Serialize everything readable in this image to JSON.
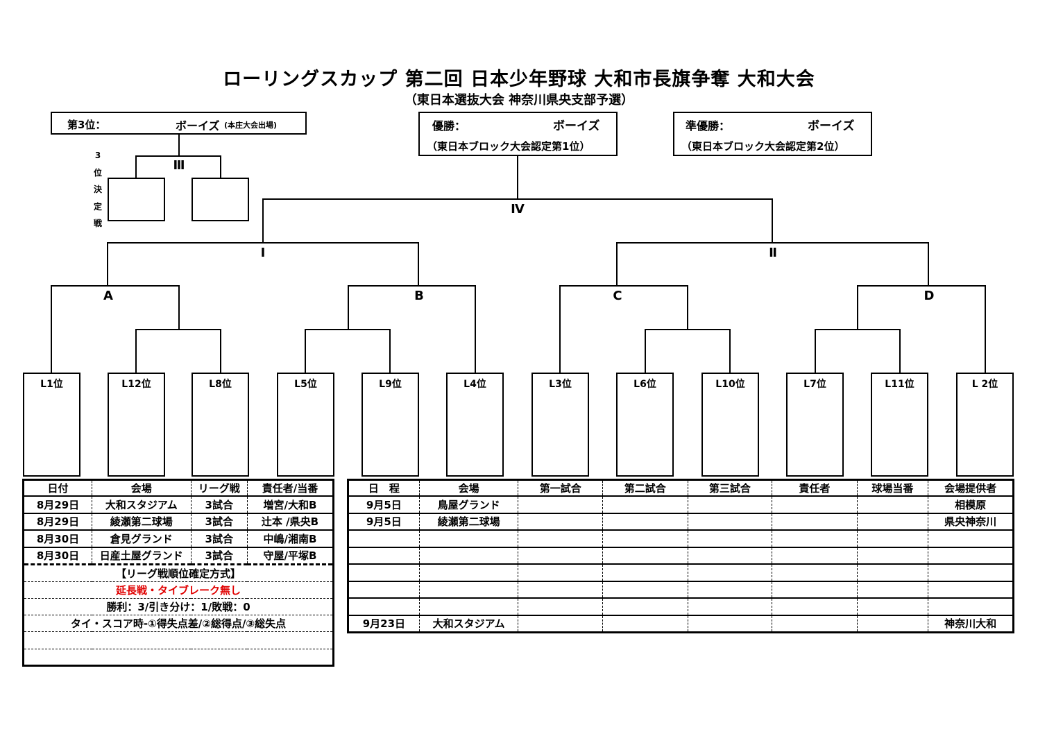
{
  "title": "ローリングスカップ 第二回 日本少年野球 大和市長旗争奪 大和大会",
  "subtitle": "（東日本選抜大会 神奈川県央支部予選）",
  "third_box": {
    "label": "第3位：",
    "team": "ボーイズ",
    "note": "(本庄大会出場)"
  },
  "champion_box": {
    "label": "優勝：",
    "team": "ボーイズ",
    "note": "（東日本ブロック大会認定第1位）"
  },
  "runnerup_box": {
    "label": "準優勝：",
    "team": "ボーイズ",
    "note": "（東日本ブロック大会認定第2位）"
  },
  "third_place_vertical": [
    "3",
    "位",
    "決",
    "定",
    "戦"
  ],
  "rounds": {
    "third": "Ⅲ",
    "final": "Ⅳ",
    "semi1": "Ⅰ",
    "semi2": "Ⅱ",
    "A": "A",
    "B": "B",
    "C": "C",
    "D": "D"
  },
  "teams": [
    "L1位",
    "L12位",
    "L8位",
    "L5位",
    "L9位",
    "L4位",
    "L3位",
    "L6位",
    "L10位",
    "L7位",
    "L11位",
    "L 2位"
  ],
  "league_table": {
    "headers": [
      "日付",
      "会場",
      "リーグ戦",
      "責任者/当番"
    ],
    "rows": [
      [
        "8月29日",
        "大和スタジアム",
        "3試合",
        "増宮/大和B"
      ],
      [
        "8月29日",
        "綾瀬第二球場",
        "3試合",
        "辻本 /県央B"
      ],
      [
        "8月30日",
        "倉見グランド",
        "3試合",
        "中嶋/湘南B"
      ],
      [
        "8月30日",
        "日産土屋グランド",
        "3試合",
        "守屋/平塚B"
      ]
    ],
    "notes": [
      "【リーグ戦順位確定方式】",
      "延長戦・タイブレーク無し",
      "勝利：3/引き分け：1/敗戦：0",
      "タイ・スコア時-①得失点差/②総得点/③総失点"
    ]
  },
  "schedule_table": {
    "headers": [
      "日　程",
      "会場",
      "第一試合",
      "第二試合",
      "第三試合",
      "責任者",
      "球場当番",
      "会場提供者"
    ],
    "rows": [
      [
        "9月5日",
        "鳥屋グランド",
        "",
        "",
        "",
        "",
        "",
        "相模原"
      ],
      [
        "9月5日",
        "綾瀬第二球場",
        "",
        "",
        "",
        "",
        "",
        "県央神奈川"
      ],
      [
        "",
        "",
        "",
        "",
        "",
        "",
        "",
        ""
      ],
      [
        "",
        "",
        "",
        "",
        "",
        "",
        "",
        ""
      ],
      [
        "",
        "",
        "",
        "",
        "",
        "",
        "",
        ""
      ],
      [
        "",
        "",
        "",
        "",
        "",
        "",
        "",
        ""
      ],
      [
        "",
        "",
        "",
        "",
        "",
        "",
        "",
        ""
      ],
      [
        "9月23日",
        "大和スタジアム",
        "",
        "",
        "",
        "",
        "",
        "神奈川大和"
      ]
    ]
  }
}
